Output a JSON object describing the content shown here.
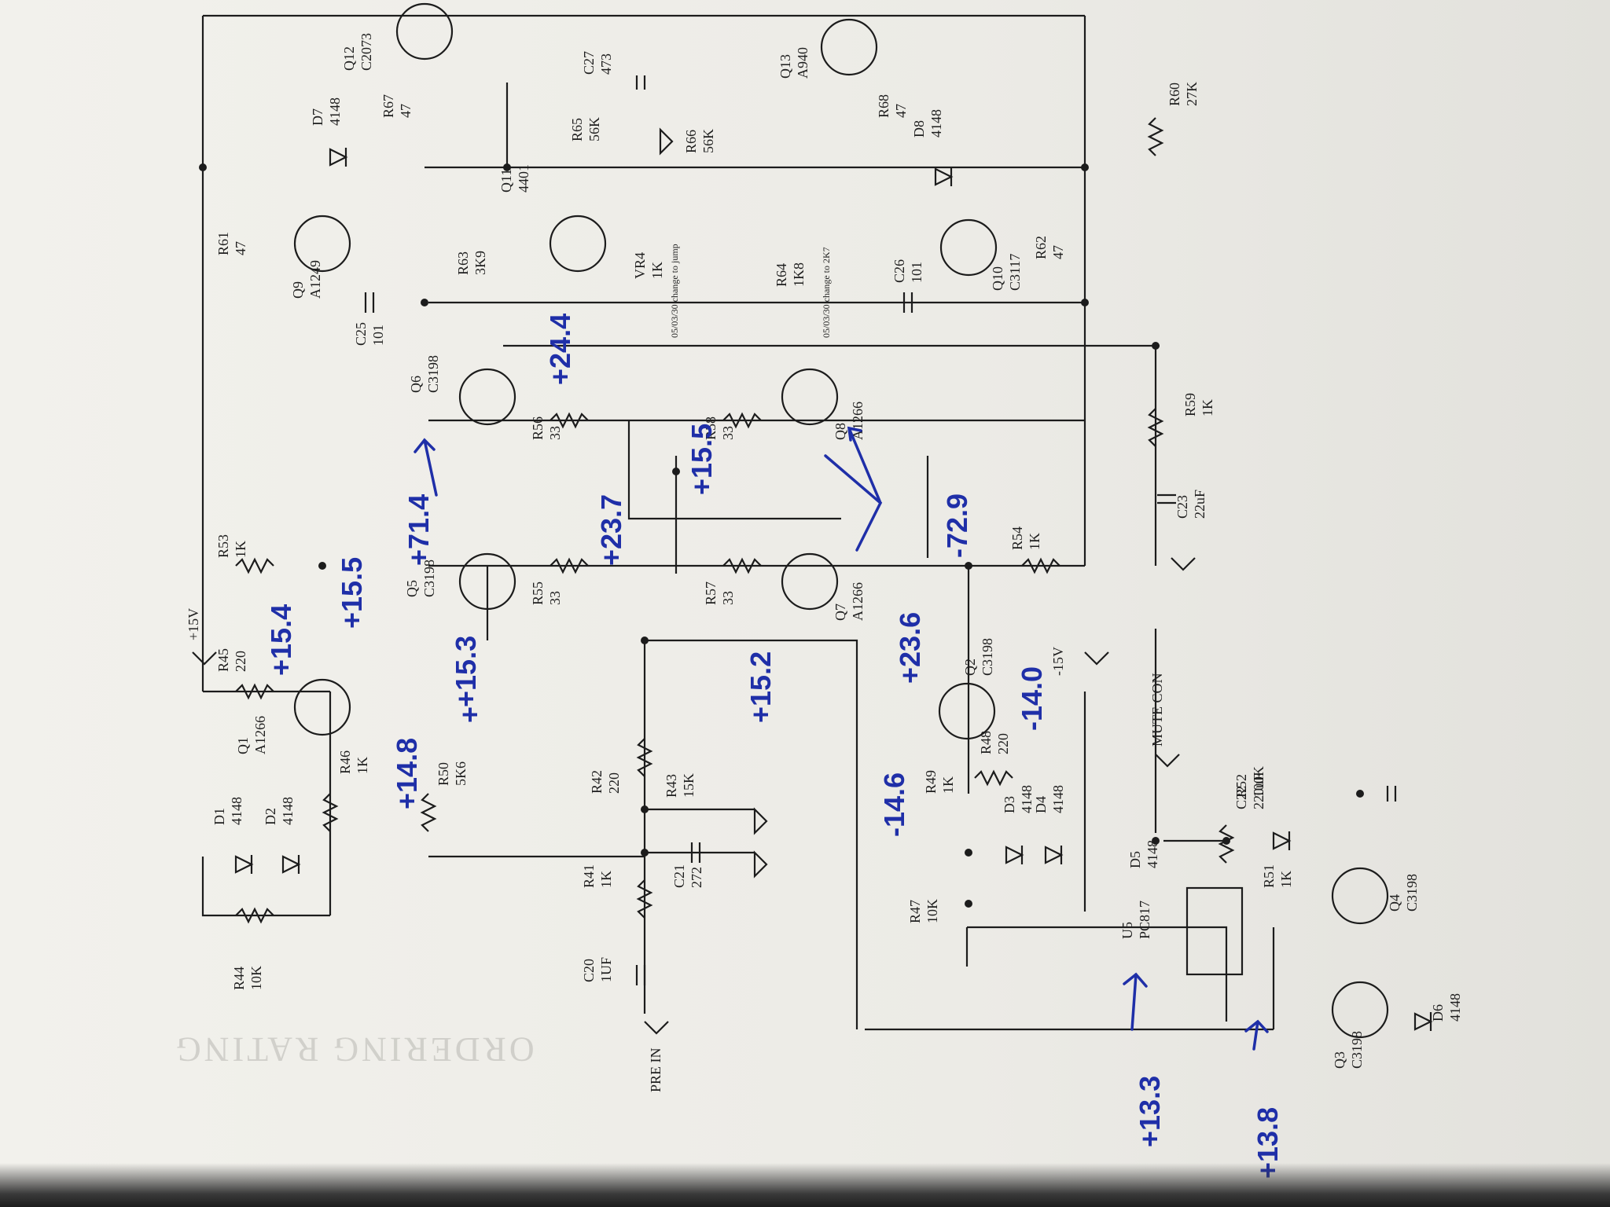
{
  "components": [
    {
      "ref": "R44",
      "value": "10K"
    },
    {
      "ref": "D1",
      "value": "4148"
    },
    {
      "ref": "D2",
      "value": "4148"
    },
    {
      "ref": "Q1",
      "value": "A1266"
    },
    {
      "ref": "R45",
      "value": "220"
    },
    {
      "ref": "R46",
      "value": "1K"
    },
    {
      "ref": "R50",
      "value": "5K6"
    },
    {
      "ref": "R53",
      "value": "1K"
    },
    {
      "ref": "R61",
      "value": "47"
    },
    {
      "ref": "Q9",
      "value": "A1249"
    },
    {
      "ref": "D7",
      "value": "4148"
    },
    {
      "ref": "R67",
      "value": "47"
    },
    {
      "ref": "Q12",
      "value": "C2073"
    },
    {
      "ref": "C25",
      "value": "101"
    },
    {
      "ref": "R63",
      "value": "3K9"
    },
    {
      "ref": "Q11",
      "value": "4401"
    },
    {
      "ref": "R65",
      "value": "56K"
    },
    {
      "ref": "C27",
      "value": "473"
    },
    {
      "ref": "R66",
      "value": "56K"
    },
    {
      "ref": "VR4",
      "value": "1K"
    },
    {
      "ref": "R64",
      "value": "1K8"
    },
    {
      "ref": "C26",
      "value": "101"
    },
    {
      "ref": "Q13",
      "value": "A940"
    },
    {
      "ref": "R68",
      "value": "47"
    },
    {
      "ref": "D8",
      "value": "4148"
    },
    {
      "ref": "Q10",
      "value": "C3117"
    },
    {
      "ref": "R62",
      "value": "47"
    },
    {
      "ref": "R60",
      "value": "27K"
    },
    {
      "ref": "Q6",
      "value": "C3198"
    },
    {
      "ref": "R56",
      "value": "33"
    },
    {
      "ref": "Q5",
      "value": "C3198"
    },
    {
      "ref": "R55",
      "value": "33"
    },
    {
      "ref": "R58",
      "value": "33"
    },
    {
      "ref": "Q8",
      "value": "A1266"
    },
    {
      "ref": "R57",
      "value": "33"
    },
    {
      "ref": "Q7",
      "value": "A1266"
    },
    {
      "ref": "R54",
      "value": "1K"
    },
    {
      "ref": "R59",
      "value": "1K"
    },
    {
      "ref": "C23",
      "value": "22uF"
    },
    {
      "ref": "R42",
      "value": "220"
    },
    {
      "ref": "R43",
      "value": "15K"
    },
    {
      "ref": "R41",
      "value": "1K"
    },
    {
      "ref": "C21",
      "value": "272"
    },
    {
      "ref": "C20",
      "value": "1UF"
    },
    {
      "ref": "Q2",
      "value": "C3198"
    },
    {
      "ref": "R48",
      "value": "220"
    },
    {
      "ref": "R49",
      "value": "1K"
    },
    {
      "ref": "D3",
      "value": "4148"
    },
    {
      "ref": "D4",
      "value": "4148"
    },
    {
      "ref": "R47",
      "value": "10K"
    },
    {
      "ref": "U5",
      "value": "PC817"
    },
    {
      "ref": "D5",
      "value": "4148"
    },
    {
      "ref": "R51",
      "value": "1K"
    },
    {
      "ref": "R52",
      "value": "100K"
    },
    {
      "ref": "C22",
      "value": "220uF"
    },
    {
      "ref": "Q4",
      "value": "C3198"
    },
    {
      "ref": "Q3",
      "value": "C3198"
    },
    {
      "ref": "D6",
      "value": "4148"
    }
  ],
  "nets": {
    "pos_supply": "+15V",
    "neg_supply": "-15V",
    "input": "PRE IN",
    "mute": "MUTE CON"
  },
  "vr_notes": {
    "vr4": "05/03/30 change to jump",
    "r64": "05/03/30 change to 2K7"
  },
  "handwritten": [
    "+15.4",
    "+15.5",
    "+14.8",
    "+15.3",
    "+71.4",
    "+23.7",
    "+24.4",
    "+15.5",
    "+15.2",
    "+23.6",
    "-72.9",
    "-14.6",
    "-14.0",
    "+13.3",
    "+13.8",
    "+"
  ],
  "colors": {
    "ink": "#1c1c1c",
    "pen": "#1f2fa8",
    "paper": "#f2f1ec"
  }
}
